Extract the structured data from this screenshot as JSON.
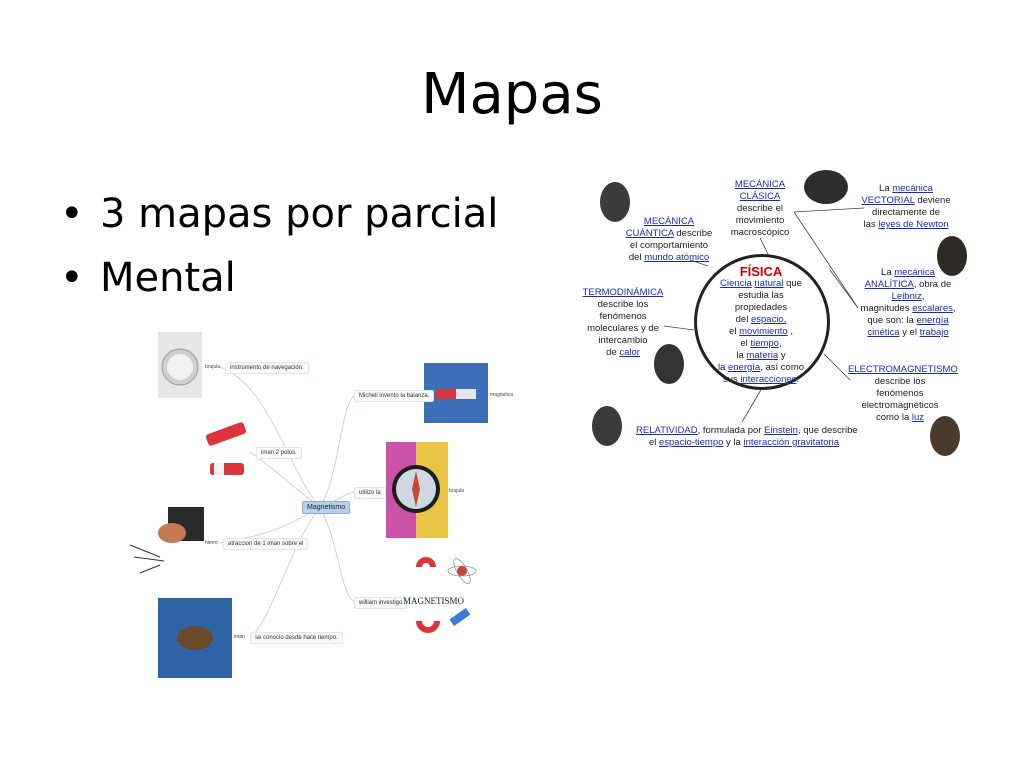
{
  "slide": {
    "title": "Mapas",
    "bullets": [
      "3 mapas por parcial",
      "Mental"
    ]
  },
  "mind_map": {
    "center": "Magnetismo",
    "left": [
      {
        "label": "brujula",
        "text": "instrumento de navegación."
      },
      {
        "label": "",
        "text": "iman 2 polos."
      },
      {
        "label": "hierro",
        "text": "atraccion de 1 iman sobre el"
      },
      {
        "label": "iman",
        "text": "se conocio desde hace tiempo."
      }
    ],
    "right": [
      {
        "label": "magnetica",
        "text": "Michell invento la balanza."
      },
      {
        "label": "brujula",
        "text": "utilizo la"
      },
      {
        "label": "MAGNETISMO",
        "text": "william investigo"
      }
    ]
  },
  "concept_map": {
    "center_title": "FÍSICA",
    "center_l1": "que",
    "center_l2": "estudia las",
    "center_l3": "propiedades",
    "center_l4_a": "del",
    "center_l5_a": "el",
    "center_l5_b": ",",
    "center_l6_a": "el",
    "center_l6_b": ",",
    "center_l7_a": "la",
    "center_l7_b": "y",
    "center_l8_a": "la",
    "center_l8_b": ", así como",
    "center_l9_a": "sus",
    "center_l9_b": ".",
    "links": {
      "ciencia": "Ciencia",
      "natural": "natural",
      "espacio": "espacio,",
      "movimiento": "movimiento",
      "tiempo": "tiempo",
      "materia": "materia",
      "energia": "energía",
      "interacciones": "interacciones"
    },
    "mec_cuantica": {
      "link1": "MECÁNICA",
      "link2": "CUÁNTICA",
      "t1": "describe",
      "t2": "el comportamiento",
      "t3": "del",
      "link3": "mundo atómico"
    },
    "mec_clasica": {
      "link1": "MECÁNICA",
      "link2": "CLÁSICA",
      "t1": "describe el",
      "t2": "movimiento",
      "t3": "macroscópico"
    },
    "mec_vectorial": {
      "t0": "La",
      "link1": "mecánica",
      "link2": "VECTORIAL",
      "t1": "deviene",
      "t2": "directamente de",
      "t3": "las",
      "link3": "leyes de Newton"
    },
    "mec_analitica": {
      "t0": "La",
      "link1": "mecánica",
      "link2": "ANALÍTICA",
      "t1": ", obra de",
      "link3": "Leibniz",
      "t2": ",",
      "t3": "magnitudes",
      "link4": "escalares",
      "t4": ",",
      "t5": "que son: la",
      "link5": "energía",
      "link6": "cinética",
      "t6": "y el",
      "link7": "trabajo"
    },
    "termo": {
      "link1": "TERMODINÁMICA",
      "t1": "describe los",
      "t2": "fenómenos",
      "t3": "moleculares y de",
      "t4": "intercambio",
      "t5": "de",
      "link2": "calor"
    },
    "electro": {
      "link1": "ELECTROMAGNETISMO",
      "t1": "describe los",
      "t2": "fenómenos",
      "t3": "electromagnéticos",
      "t4": "como la",
      "link2": "luz"
    },
    "relat": {
      "link1": "RELATIVIDAD",
      "t1": ", formulada por",
      "link2": "Einstein",
      "t2": ", que describe",
      "t3": "el",
      "link3": "espacio-tiempo",
      "t4": "y la",
      "link4": "interacción gravitatoria"
    }
  }
}
